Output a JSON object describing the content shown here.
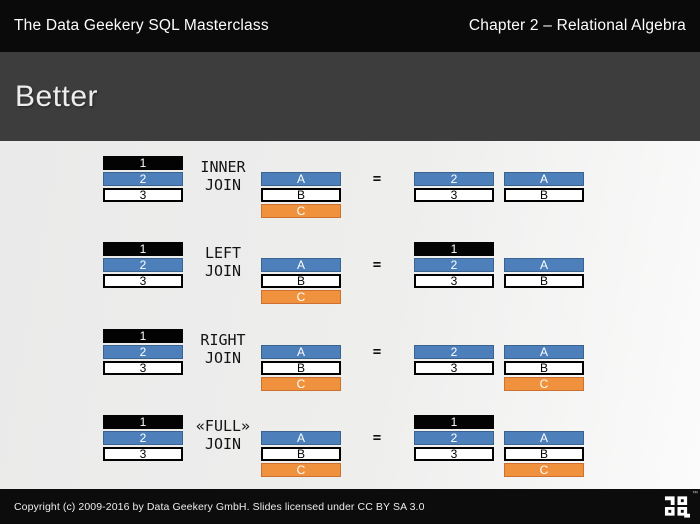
{
  "header": {
    "left": "The Data Geekery SQL Masterclass",
    "right": "Chapter 2 – Relational Algebra"
  },
  "title": "Better",
  "diagram": {
    "equals_sign": "=",
    "groups": [
      {
        "name": "inner-join",
        "label_lines": [
          "INNER",
          "JOIN"
        ],
        "left_table": [
          {
            "text": "1",
            "style": "black",
            "slot": 0
          },
          {
            "text": "2",
            "style": "blue",
            "slot": 1
          },
          {
            "text": "3",
            "style": "white",
            "slot": 2
          }
        ],
        "right_table": [
          {
            "text": "A",
            "style": "blue",
            "slot": 1
          },
          {
            "text": "B",
            "style": "white",
            "slot": 2
          },
          {
            "text": "C",
            "style": "orange",
            "slot": 3
          }
        ],
        "result_left": [
          {
            "text": "2",
            "style": "blue",
            "slot": 1
          },
          {
            "text": "3",
            "style": "white",
            "slot": 2
          }
        ],
        "result_right": [
          {
            "text": "A",
            "style": "blue",
            "slot": 1
          },
          {
            "text": "B",
            "style": "white",
            "slot": 2
          }
        ]
      },
      {
        "name": "left-join",
        "label_lines": [
          "LEFT",
          "JOIN"
        ],
        "left_table": [
          {
            "text": "1",
            "style": "black",
            "slot": 0
          },
          {
            "text": "2",
            "style": "blue",
            "slot": 1
          },
          {
            "text": "3",
            "style": "white",
            "slot": 2
          }
        ],
        "right_table": [
          {
            "text": "A",
            "style": "blue",
            "slot": 1
          },
          {
            "text": "B",
            "style": "white",
            "slot": 2
          },
          {
            "text": "C",
            "style": "orange",
            "slot": 3
          }
        ],
        "result_left": [
          {
            "text": "1",
            "style": "black",
            "slot": 0
          },
          {
            "text": "2",
            "style": "blue",
            "slot": 1
          },
          {
            "text": "3",
            "style": "white",
            "slot": 2
          }
        ],
        "result_right": [
          {
            "text": "A",
            "style": "blue",
            "slot": 1
          },
          {
            "text": "B",
            "style": "white",
            "slot": 2
          }
        ]
      },
      {
        "name": "right-join",
        "label_lines": [
          "RIGHT",
          "JOIN"
        ],
        "left_table": [
          {
            "text": "1",
            "style": "black",
            "slot": 0
          },
          {
            "text": "2",
            "style": "blue",
            "slot": 1
          },
          {
            "text": "3",
            "style": "white",
            "slot": 2
          }
        ],
        "right_table": [
          {
            "text": "A",
            "style": "blue",
            "slot": 1
          },
          {
            "text": "B",
            "style": "white",
            "slot": 2
          },
          {
            "text": "C",
            "style": "orange",
            "slot": 3
          }
        ],
        "result_left": [
          {
            "text": "2",
            "style": "blue",
            "slot": 1
          },
          {
            "text": "3",
            "style": "white",
            "slot": 2
          }
        ],
        "result_right": [
          {
            "text": "A",
            "style": "blue",
            "slot": 1
          },
          {
            "text": "B",
            "style": "white",
            "slot": 2
          },
          {
            "text": "C",
            "style": "orange",
            "slot": 3
          }
        ]
      },
      {
        "name": "full-join",
        "label_lines": [
          "«FULL»",
          "JOIN"
        ],
        "left_table": [
          {
            "text": "1",
            "style": "black",
            "slot": 0
          },
          {
            "text": "2",
            "style": "blue",
            "slot": 1
          },
          {
            "text": "3",
            "style": "white",
            "slot": 2
          }
        ],
        "right_table": [
          {
            "text": "A",
            "style": "blue",
            "slot": 1
          },
          {
            "text": "B",
            "style": "white",
            "slot": 2
          },
          {
            "text": "C",
            "style": "orange",
            "slot": 3
          }
        ],
        "result_left": [
          {
            "text": "1",
            "style": "black",
            "slot": 0
          },
          {
            "text": "2",
            "style": "blue",
            "slot": 1
          },
          {
            "text": "3",
            "style": "white",
            "slot": 2
          }
        ],
        "result_right": [
          {
            "text": "A",
            "style": "blue",
            "slot": 1
          },
          {
            "text": "B",
            "style": "white",
            "slot": 2
          },
          {
            "text": "C",
            "style": "orange",
            "slot": 3
          }
        ]
      }
    ]
  },
  "colors": {
    "black": "#030303",
    "blue": "#4d80bb",
    "blueBorder": "#3a648f",
    "orange": "#f0913d",
    "orangeBorder": "#cf7030"
  },
  "footer": {
    "copyright": "Copyright (c) 2009-2016 by Data Geekery GmbH. Slides licensed under CC BY SA 3.0",
    "trademark": "™",
    "logo": "jooq-logo"
  }
}
